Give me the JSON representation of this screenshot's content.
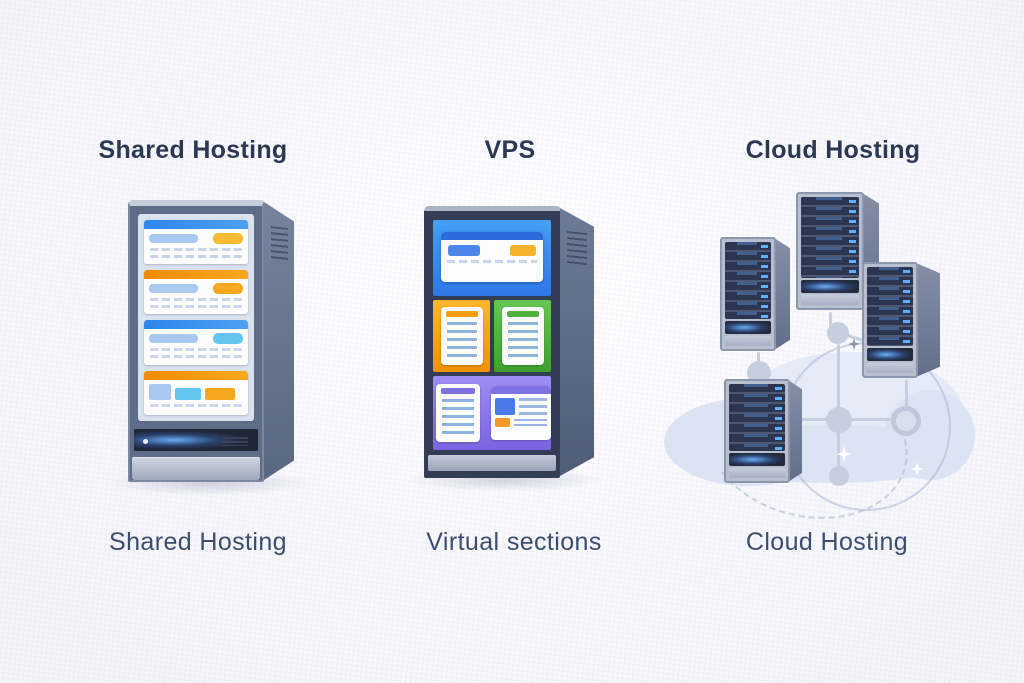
{
  "diagram": {
    "columns": [
      {
        "id": "shared-hosting",
        "title": "Shared Hosting",
        "caption": "Shared Hosting"
      },
      {
        "id": "vps",
        "title": "VPS",
        "caption": "Virtual sections"
      },
      {
        "id": "cloud-hosting",
        "title": "Cloud Hosting",
        "caption": "Cloud Hosting"
      }
    ],
    "palette": {
      "title_color": "#2c3954",
      "caption_color": "#3c4e6f",
      "background": "#fbfbfe",
      "tower_frame_slate": "#5f6c88",
      "vps_frame_navy": "#333d56",
      "panel_blue": "#2e77e6",
      "panel_orange": "#f09204",
      "panel_green": "#3da02f",
      "panel_purple": "#7a63e2",
      "accent_yellow": "#f8bb33",
      "accent_light_blue": "#a9c9f1",
      "led_blue": "#5fb0ff",
      "rack_bay_navy": "#2d3650",
      "rack_metal": "#b8c0cf",
      "cloud_fill": "#dce3f3",
      "glow_blue": "#6cb5ff"
    }
  }
}
